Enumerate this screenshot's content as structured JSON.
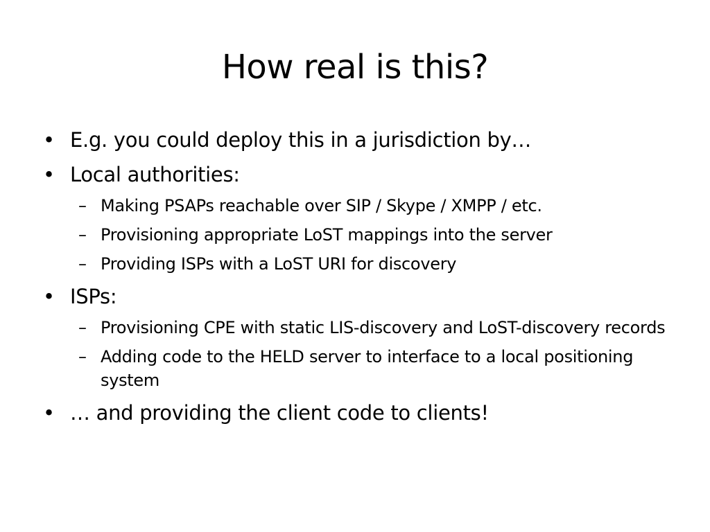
{
  "slide": {
    "title": "How real is this?",
    "bullet_symbol": "•",
    "dash_symbol": "–",
    "items": [
      {
        "text": "E.g. you could deploy this in a jurisdiction by…"
      },
      {
        "text": "Local authorities:",
        "subitems": [
          "Making PSAPs reachable over SIP / Skype / XMPP / etc.",
          "Provisioning appropriate LoST mappings into the server",
          "Providing ISPs with a LoST URI for discovery"
        ]
      },
      {
        "text": "ISPs:",
        "subitems": [
          "Provisioning CPE with static LIS-discovery and LoST-discovery records",
          "Adding code to the HELD server to interface to a local positioning system"
        ]
      },
      {
        "text": "… and providing the client code to clients!"
      }
    ]
  }
}
